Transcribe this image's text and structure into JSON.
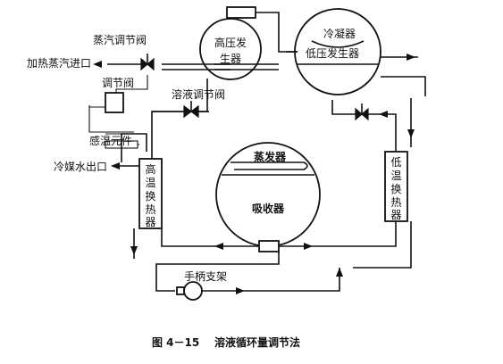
{
  "labels": {
    "steam_valve": "蒸汽调节阀",
    "heating_steam_inlet": "加热蒸汽进口",
    "regulating_valve": "调节阀",
    "solution_valve": "溶液调节阀",
    "temp_sensor": "感温元件",
    "cooling_water_outlet": "冷媒水出口",
    "hp_generator_line1": "高压发",
    "hp_generator_line2": "生器",
    "condenser": "冷凝器",
    "lp_generator": "低压发生器",
    "evaporator": "蒸发器",
    "absorber": "吸收器",
    "ht_exchanger": [
      "高",
      "温",
      "换",
      "热",
      "器"
    ],
    "lt_exchanger": [
      "低",
      "温",
      "换",
      "热",
      "器"
    ],
    "pump_bracket": "手柄支架"
  },
  "caption": {
    "figure_no": "图 4－15",
    "title": "溶液循环量调节法"
  }
}
